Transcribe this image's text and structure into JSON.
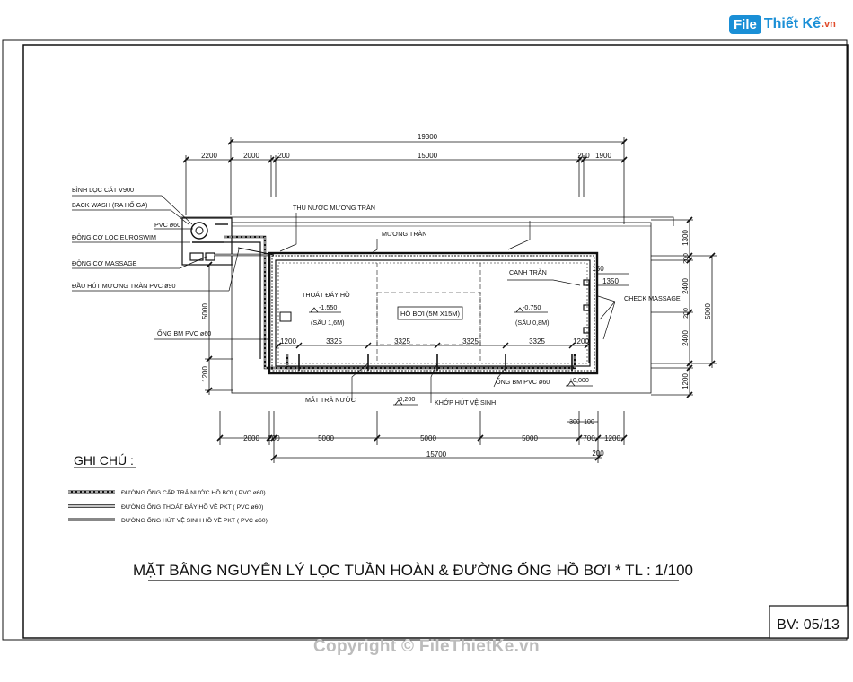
{
  "logo": {
    "badge": "File",
    "text": "Thiết Kế",
    "suffix": ".vn"
  },
  "copyright": "Copyright © FileThietKe.vn",
  "sheet": {
    "number": "BV: 05/13"
  },
  "title": "MẶT BẰNG NGUYÊN LÝ LỌC TUẦN HOÀN & ĐƯỜNG ỐNG HỒ BƠI * TL : 1/100",
  "dims_top": {
    "overall": "19300",
    "a": "2200",
    "b": "2000",
    "c": "200",
    "d": "15000",
    "e": "200",
    "f": "1900"
  },
  "dims_bottom": {
    "a": "2000",
    "b": "200",
    "c": "5000",
    "d": "5000",
    "e": "5000",
    "f": "300",
    "g": "100",
    "h": "700",
    "i": "1200",
    "overall": "15700",
    "j": "200"
  },
  "dims_left": {
    "a": "5000",
    "b": "1200"
  },
  "dims_right": {
    "a": "1300",
    "b": "200",
    "c": "2400",
    "d": "2400",
    "e": "5000",
    "f": "200",
    "g": "1200"
  },
  "dims_inner": {
    "a": "1200",
    "b": "3325",
    "c": "3325",
    "d": "3325",
    "e": "3325",
    "f": "1200",
    "g": "150",
    "h": "1350"
  },
  "labels": {
    "binh_loc": "BÌNH LỌC CÁT V900",
    "back_wash": "BACK WASH (RA HỐ GA)",
    "pvc60": "PVC ø60",
    "dong_co_loc": "ĐỘNG CƠ LỌC EUROSWIM",
    "dong_co_massage": "ĐỘNG CƠ MASSAGE",
    "dau_hut": "ĐẦU HÚT MƯƠNG TRÀN PVC ø90",
    "thu_nuoc": "THU NƯỚC MƯƠNG TRÀN",
    "muong_tran": "MƯƠNG TRÀN",
    "canh_tran": "CẠNH TRÀN",
    "check_massage": "CHECK MASSAGE",
    "thoat_day_ho": "THOÁT ĐÁY HỒ",
    "level_left": "-1,550",
    "depth_left": "(SÂU 1,6M)",
    "ho_boi": "HỒ BƠI (5M X15M)",
    "level_right": "-0,750",
    "depth_right": "(SÂU 0,8M)",
    "ong_bm_left": "ỐNG BM PVC ø60",
    "ong_bm_right": "ỐNG BM PVC ø60",
    "level_zero": "±0,000",
    "level_deck": "-0,200",
    "mat_tra_nuoc": "MẮT TRẢ NƯỚC",
    "khop_hut": "KHỚP HÚT VỆ SINH"
  },
  "legend": {
    "heading": "GHI CHÚ :",
    "items": [
      "ĐƯỜNG ỐNG CẤP TRẢ NƯỚC HỒ BƠI ( PVC ø60)",
      "ĐƯỜNG ỐNG THOÁT ĐÁY HỒ VỀ PKT ( PVC ø60)",
      "ĐƯỜNG ỐNG HÚT VỆ SINH HỒ VỀ PKT ( PVC ø60)"
    ]
  }
}
